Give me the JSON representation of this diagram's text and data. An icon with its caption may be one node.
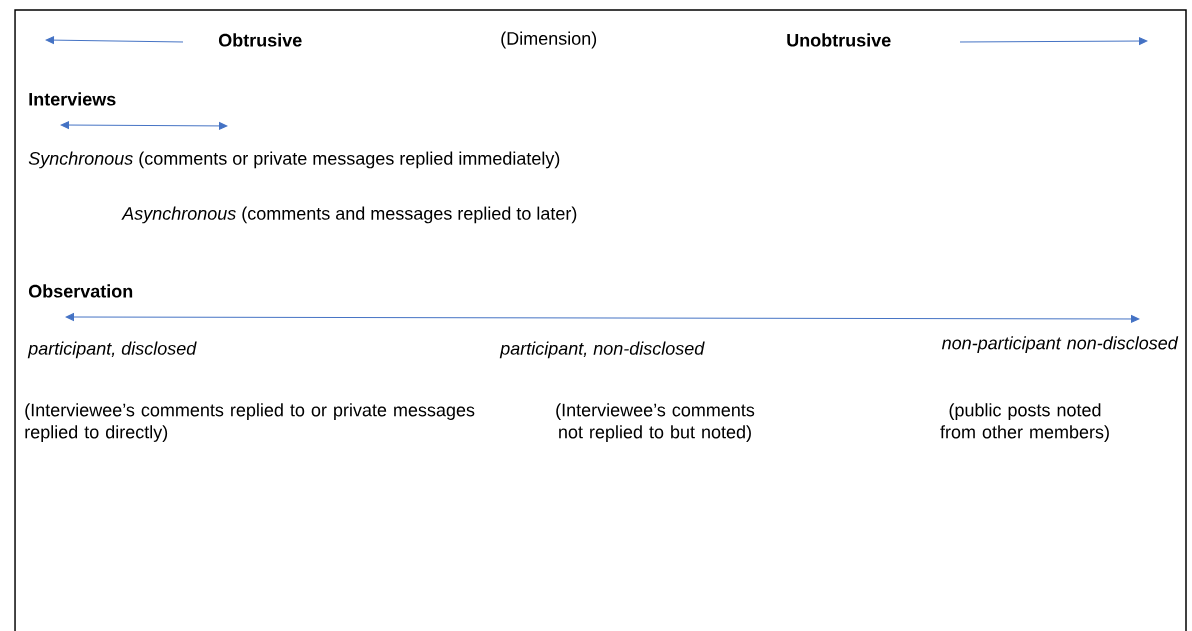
{
  "diagram": {
    "labels": [
      "Obtrusive",
      "(Dimension)",
      "Unobtrusive",
      "Interviews",
      "*Synchronous* (comments or private messages replied immediately)",
      "*Asynchronous* (comments and messages replied to later)",
      "Observation",
      "participant, disclosed",
      "participant, non-disclosed",
      "non-participant non-disclosed",
      "(Interviewee’s comments replied to or private messages replied to directly)",
      "(Interviewee’s comments not replied to but noted)",
      "(public posts noted from other members)"
    ]
  }
}
